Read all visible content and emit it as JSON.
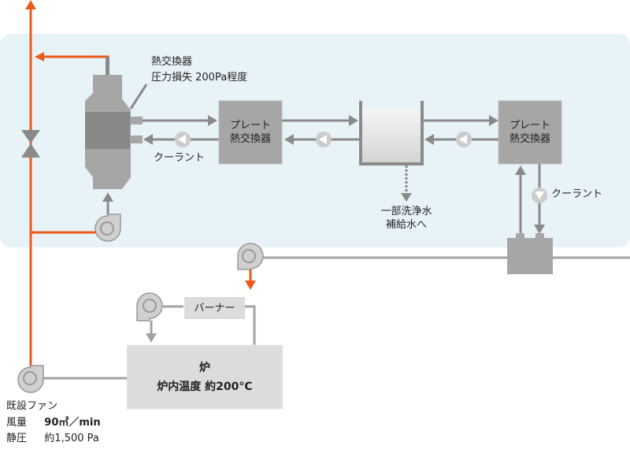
{
  "colors": {
    "zone_background": "#e8f3f8",
    "exhaust_line": "#ec5a1a",
    "pipe_gray": "#8f8f8f",
    "equipment_gray": "#a6a6a6",
    "equipment_dark": "#888888",
    "furnace_fill": "#dcdcdc",
    "fan_fill": "#cfcfcf"
  },
  "labels": {
    "scrubber_title": "熱交換器",
    "scrubber_pressure": "圧力損失 200Pa程度",
    "plate_hx1_line1": "プレート",
    "plate_hx1_line2": "熱交換器",
    "plate_hx2_line1": "プレート",
    "plate_hx2_line2": "熱交換器",
    "coolant_left": "クーラント",
    "coolant_right": "クーラント",
    "tank_note_line1": "一部洗浄水",
    "tank_note_line2": "補給水へ",
    "burner": "バーナー",
    "furnace_title": "炉",
    "furnace_temp": "炉内温度 約200°C",
    "fan_name": "既設ファン",
    "fan_airflow_label": "風量",
    "fan_airflow_value": "90㎥／min",
    "fan_pressure_label": "静圧",
    "fan_pressure_value": "約1,500 Pa"
  },
  "icons": {
    "valve": "butterfly-valve-icon",
    "fan": "centrifugal-fan-icon",
    "pump": "pump-icon"
  }
}
